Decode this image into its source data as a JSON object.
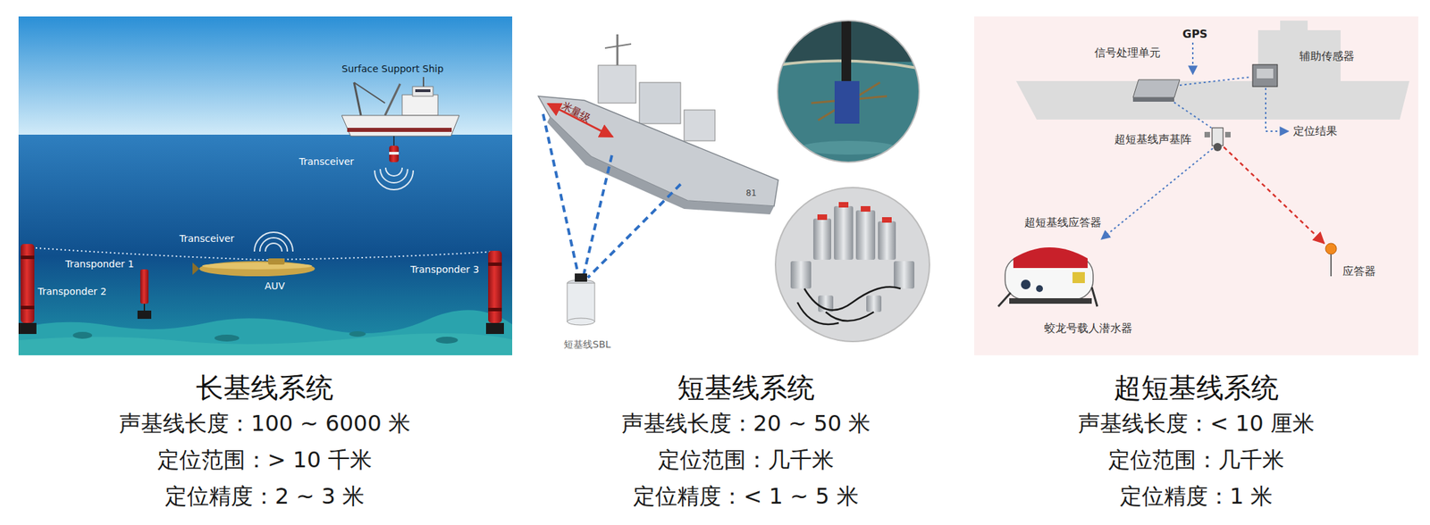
{
  "diagram": {
    "nodes": [
      {
        "text": [
          "长基线系统",
          "声基线长度：100 ~ 6000 米",
          "定位范围：> 10 千米",
          "定位精度：2 ~ 3 米"
        ]
      },
      {
        "text": [
          "短基线系统",
          "声基线长度：20 ~ 50 米",
          "定位范围：几千米",
          "定位精度：< 1 ~ 5 米"
        ]
      },
      {
        "text": [
          "超短基线系统",
          "声基线长度：< 10 厘米",
          "定位范围：几千米",
          "定位精度：1 米"
        ]
      }
    ],
    "labels": [
      "Surface Support Ship",
      "Transceiver",
      "Transceiver",
      "Transponder 1",
      "Transponder 2",
      "Transponder 3",
      "AUV",
      "米量级",
      "短基线SBL",
      "GPS",
      "信号处理单元",
      "辅助传感器",
      "超短基线声基阵",
      "定位结果",
      "超短基线应答器",
      "应答器",
      "蛟龙号载人潜水器"
    ]
  }
}
